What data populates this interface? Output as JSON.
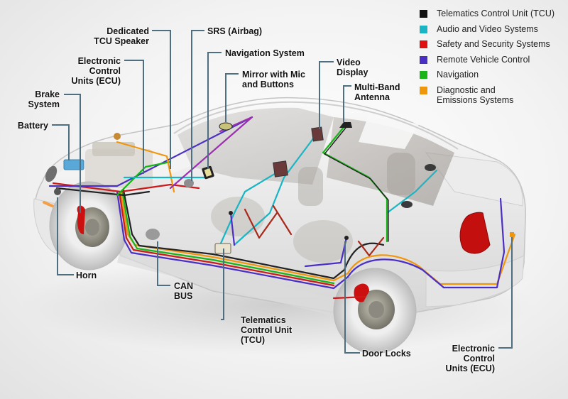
{
  "diagram": {
    "subject": "Connected car telematics and in-vehicle electronic systems",
    "colors": {
      "leader_line": "#4d6f80",
      "tcu": "#111111",
      "audio_video": "#1ab5c4",
      "safety_security": "#e01010",
      "remote_vehicle_control": "#4b2fc4",
      "navigation": "#18b418",
      "diagnostic_emissions": "#f0960c"
    }
  },
  "legend": {
    "items": [
      {
        "label": "Telematics Control Unit (TCU)",
        "color": "#111111"
      },
      {
        "label": "Audio and Video Systems",
        "color": "#1ab5c4"
      },
      {
        "label": "Safety and Security Systems",
        "color": "#e01010"
      },
      {
        "label": "Remote Vehicle Control",
        "color": "#4b2fc4"
      },
      {
        "label": "Navigation",
        "color": "#18b418"
      },
      {
        "label": "Diagnostic and",
        "label2": "Emissions Systems",
        "color": "#f0960c"
      }
    ]
  },
  "callouts": {
    "tcu_speaker": [
      "Dedicated",
      "TCU Speaker"
    ],
    "srs": [
      "SRS (Airbag)"
    ],
    "ecu_front": [
      "Electronic",
      "Control",
      "Units (ECU)"
    ],
    "nav_system": [
      "Navigation System"
    ],
    "mirror": [
      "Mirror with Mic",
      "and Buttons"
    ],
    "brake": [
      "Brake",
      "System"
    ],
    "battery": [
      "Battery"
    ],
    "video": [
      "Video",
      "Display"
    ],
    "antenna": [
      "Multi-Band",
      "Antenna"
    ],
    "horn": [
      "Horn"
    ],
    "can_bus": [
      "CAN",
      "BUS"
    ],
    "tcu": [
      "Telematics",
      "Control Unit",
      "(TCU)"
    ],
    "door_locks": [
      "Door Locks"
    ],
    "ecu_rear": [
      "Electronic",
      "Control",
      "Units (ECU)"
    ]
  }
}
